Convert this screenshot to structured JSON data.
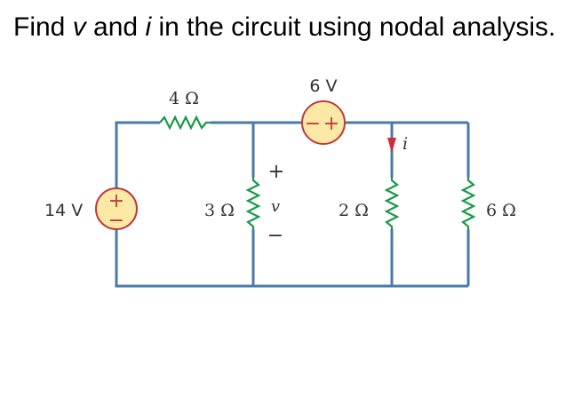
{
  "problem": {
    "text_prefix": "Find ",
    "var_v": "v",
    "text_mid": " and ",
    "var_i": "i",
    "text_suffix": " in the circuit using nodal analysis."
  },
  "circuit": {
    "sources": [
      {
        "name": "source-14v",
        "label": "14 V",
        "plus": "+",
        "minus": "−"
      },
      {
        "name": "source-6v",
        "label": "6 V",
        "plus": "+",
        "minus": "−"
      }
    ],
    "resistors": [
      {
        "name": "resistor-4ohm",
        "label": "4 Ω"
      },
      {
        "name": "resistor-3ohm",
        "label": "3 Ω"
      },
      {
        "name": "resistor-2ohm",
        "label": "2 Ω"
      },
      {
        "name": "resistor-6ohm",
        "label": "6 Ω"
      }
    ],
    "voltage_marker": {
      "plus": "+",
      "var": "v",
      "minus": "−"
    },
    "current_marker": {
      "var": "i"
    },
    "colors": {
      "wire": "#4a7aaa",
      "resistor": "#1a9a4a",
      "source_fill": "#fde9a6",
      "source_stroke": "#c0393b",
      "arrow": "#d42a3a",
      "label": "#333333"
    }
  }
}
